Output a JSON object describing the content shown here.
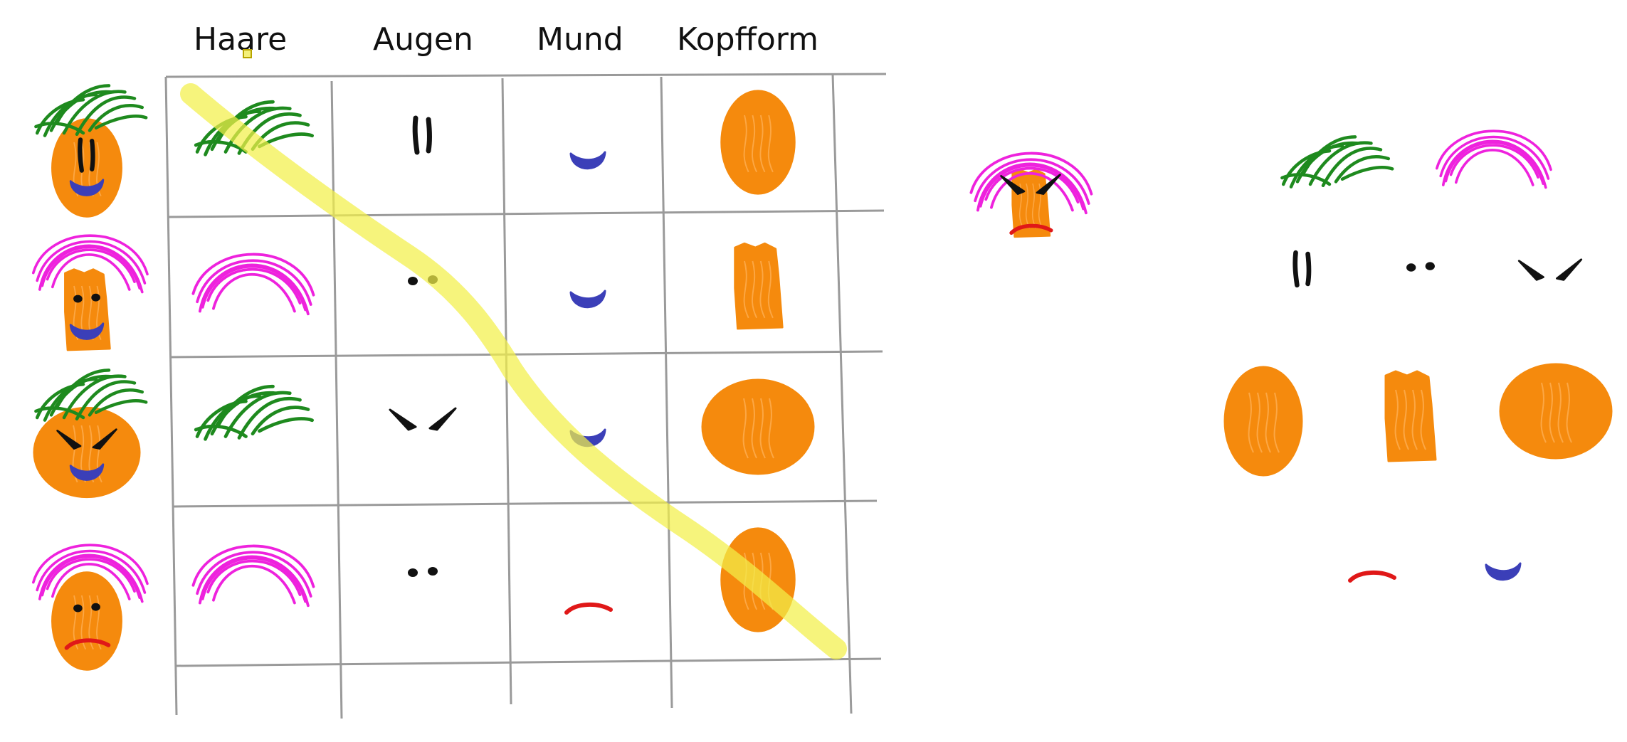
{
  "headers": {
    "hair": "Haare",
    "eyes": "Augen",
    "mouth": "Mund",
    "head": "Kopfform"
  },
  "colors": {
    "orange": "#f58a0d",
    "green": "#1e8a1e",
    "magenta": "#ee22dd",
    "blue": "#3b3fb8",
    "red": "#e01818",
    "black": "#111111",
    "grid": "#9a9a9a",
    "highlighter": "#f3f04a"
  },
  "faces": [
    {
      "hair": "green",
      "eyes": "vertical-lines",
      "mouth": "blue-smile",
      "head": "oval"
    },
    {
      "hair": "magenta",
      "eyes": "dots",
      "mouth": "blue-smile",
      "head": "rectangle"
    },
    {
      "hair": "green",
      "eyes": "angry-slants",
      "mouth": "blue-smile",
      "head": "round"
    },
    {
      "hair": "magenta",
      "eyes": "dots",
      "mouth": "red-frown",
      "head": "oval"
    }
  ],
  "result_face": {
    "hair": "magenta",
    "eyes": "angry-slants",
    "mouth": "red-frown",
    "head": "rectangle"
  },
  "feature_options": {
    "hair": [
      "green",
      "magenta"
    ],
    "eyes": [
      "vertical-lines",
      "dots",
      "angry-slants"
    ],
    "head": [
      "oval",
      "rectangle",
      "round"
    ],
    "mouth": [
      "red-frown",
      "blue-smile"
    ]
  },
  "highlight": "diagonal"
}
